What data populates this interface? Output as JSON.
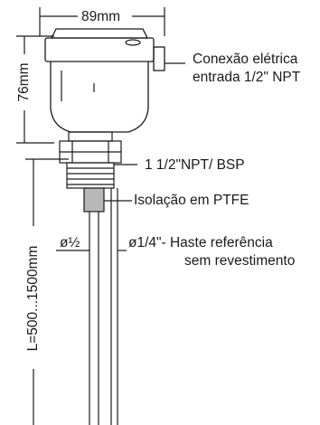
{
  "dimensions": {
    "width": "89mm",
    "height": "76mm",
    "length": "L=500...1500mm"
  },
  "labels": {
    "connection_line1": "Conexão elétrica",
    "connection_line2": "entrada 1/2\" NPT",
    "thread": "1 1/2\"NPT/ BSP",
    "insulation": "Isolação em PTFE",
    "rod_diameter": "ø½",
    "ref_rod_line1": "ø1/4\"- Haste referência",
    "ref_rod_line2": "sem revestimento"
  }
}
